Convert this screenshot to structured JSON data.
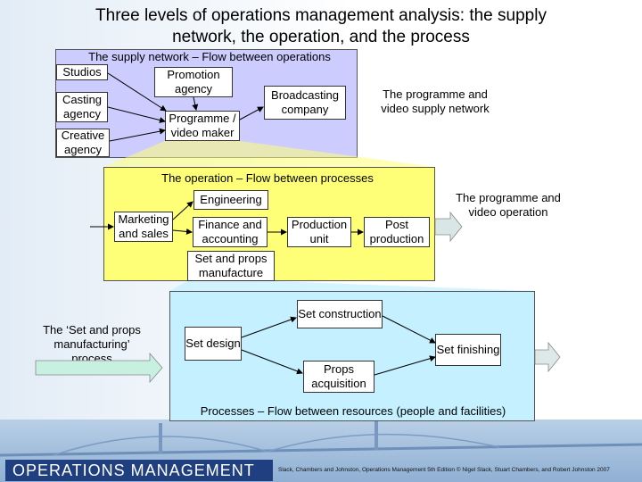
{
  "title_line1": "Three levels of operations management analysis: the supply",
  "title_line2": "network, the operation, and the process",
  "network": {
    "header": "The supply network – Flow between operations",
    "studios": "Studios",
    "promotion": "Promotion agency",
    "casting": "Casting agency",
    "creative": "Creative agency",
    "programme_maker": "Programme / video maker",
    "broadcasting": "Broadcasting company",
    "side_label": "The programme and video supply network"
  },
  "operation": {
    "header": "The operation – Flow between processes",
    "engineering": "Engineering",
    "marketing": "Marketing and sales",
    "finance": "Finance and accounting",
    "production": "Production unit",
    "post": "Post production",
    "setprops": "Set and props manufacture",
    "side_label": "The programme and video operation"
  },
  "process": {
    "side_label": "The ‘Set and props manufacturing’ process",
    "design": "Set design",
    "construction": "Set construction",
    "props": "Props acquisition",
    "finishing": "Set finishing",
    "footer": "Processes – Flow between resources (people and facilities)"
  },
  "footer": {
    "logo": "OPERATIONS MANAGEMENT",
    "credit": "Slack, Chambers and Johnston, Operations Management 5th Edition © Nigel Slack, Stuart Chambers, and Robert Johnston 2007"
  },
  "colors": {
    "network_panel": "#ccccff",
    "operation_panel": "#ffff77",
    "process_panel": "#c4f0ff"
  }
}
